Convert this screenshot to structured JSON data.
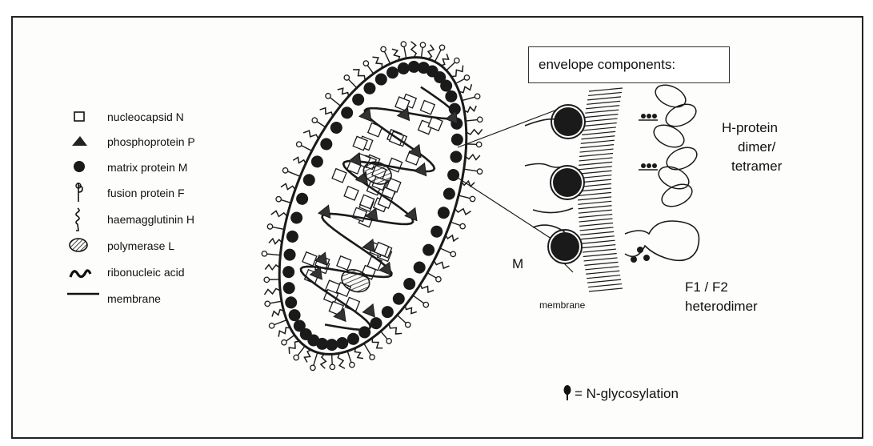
{
  "legend": {
    "items": [
      {
        "icon": "open-square-icon",
        "label": "nucleocapsid  N"
      },
      {
        "icon": "filled-triangle-icon",
        "label": "phosphoprotein  P"
      },
      {
        "icon": "filled-circle-icon",
        "label": "matrix protein   M"
      },
      {
        "icon": "fusion-protein-icon",
        "label": "fusion protein   F"
      },
      {
        "icon": "haemagglutinin-icon",
        "label": "haemagglutinin  H"
      },
      {
        "icon": "hatched-oval-icon",
        "label": "polymerase   L"
      },
      {
        "icon": "wavy-line-icon",
        "label": "ribonucleic acid"
      },
      {
        "icon": "straight-line-icon",
        "label": "membrane"
      }
    ]
  },
  "envelope": {
    "title": "envelope components:",
    "h_protein": [
      "H-protein",
      "dimer/",
      "tetramer"
    ],
    "m_label": "M",
    "membrane_label": "membrane",
    "f_protein": [
      "F1 / F2",
      "heterodimer"
    ],
    "glyco_label": "= N-glycosylation"
  },
  "colors": {
    "ink": "#1a1a1a",
    "frame": "#222222",
    "background": "#fdfdfb"
  }
}
